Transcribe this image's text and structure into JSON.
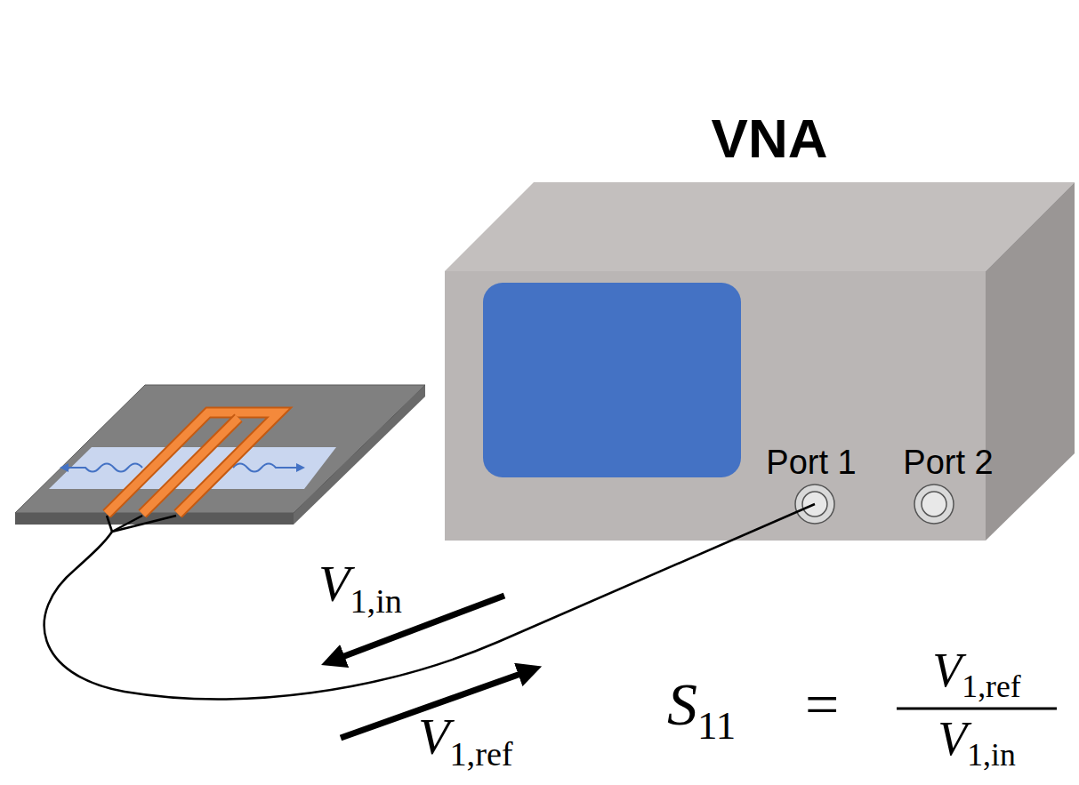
{
  "diagram": {
    "nodes": [
      {
        "text": [
          "VNA",
          "Port 1",
          "Port 2"
        ]
      }
    ],
    "labels": [
      "V1,in",
      "V1,ref",
      "S11",
      "=",
      "V1,ref",
      "V1,in"
    ]
  }
}
